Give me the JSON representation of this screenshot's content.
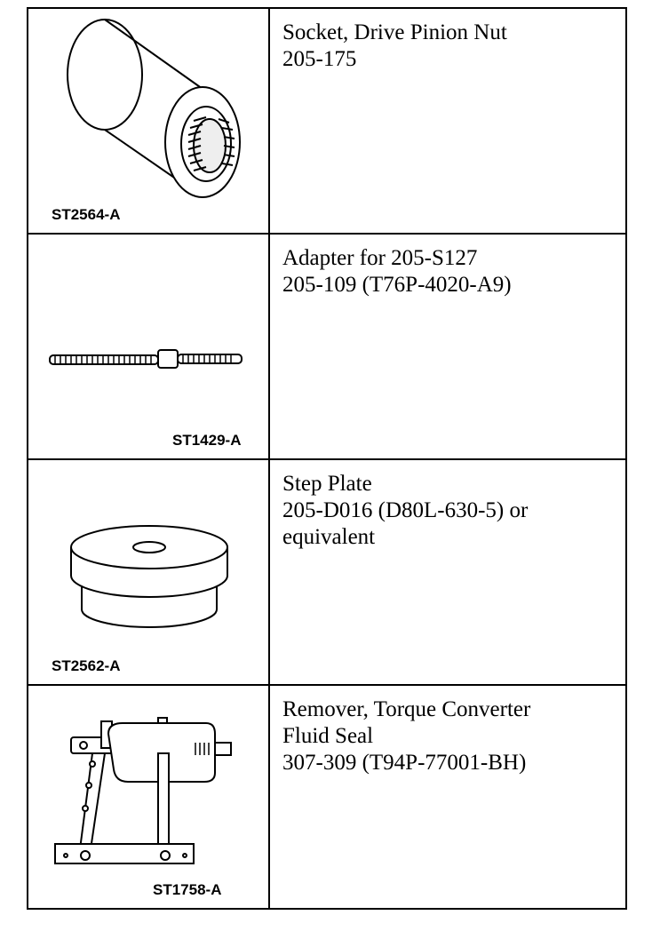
{
  "tools": [
    {
      "illustration_icon": "socket-illustration",
      "image_code": "ST2564-A",
      "desc_lines": [
        "Socket, Drive Pinion Nut",
        "205-175"
      ]
    },
    {
      "illustration_icon": "adapter-rod-illustration",
      "image_code": "ST1429-A",
      "desc_lines": [
        "Adapter for 205-S127",
        "205-109 (T76P-4020-A9)"
      ]
    },
    {
      "illustration_icon": "step-plate-illustration",
      "image_code": "ST2562-A",
      "desc_lines": [
        "Step Plate",
        "205-D016 (D80L-630-5) or",
        "equivalent"
      ]
    },
    {
      "illustration_icon": "seal-remover-illustration",
      "image_code": "ST1758-A",
      "desc_lines": [
        "Remover, Torque Converter",
        "Fluid Seal",
        "307-309 (T94P-77001-BH)"
      ]
    }
  ]
}
